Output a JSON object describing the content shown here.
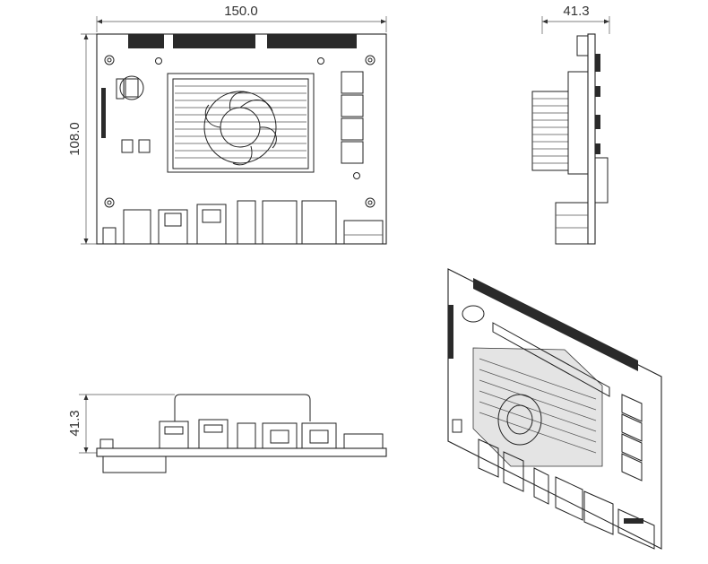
{
  "dimensions": {
    "top_width": "150.0",
    "top_height": "108.0",
    "side_depth": "41.3",
    "front_height": "41.3"
  },
  "views": [
    "top-view",
    "side-view",
    "front-view",
    "isometric-view"
  ],
  "colors": {
    "line": "#222222",
    "fill": "#ffffff",
    "header": "#2a2a2a"
  }
}
